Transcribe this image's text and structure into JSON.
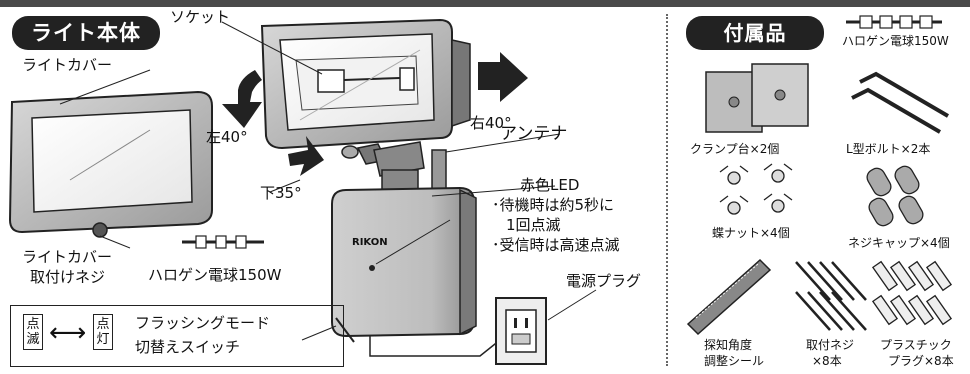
{
  "left_panel": {
    "title": "ライト本体",
    "labels": {
      "socket": "ソケット",
      "light_cover": "ライトカバー",
      "left_angle": "左40°",
      "right_angle": "右40°",
      "down_angle": "下35°",
      "antenna": "アンテナ",
      "red_led_title": "赤色LED",
      "red_led_line1": "･待機時は約5秒に",
      "red_led_line2": "1回点滅",
      "red_led_line3": "･受信時は高速点滅",
      "cover_screw_line1": "ライトカバー",
      "cover_screw_line2": "取付けネジ",
      "halogen_bulb": "ハロゲン電球150W",
      "power_plug": "電源プラグ",
      "brand": "RIKON"
    },
    "switch_box": {
      "dim_label": "点滅",
      "lit_label": "点灯",
      "arrow": "⟷",
      "line1": "フラッシングモード",
      "line2": "切替えスイッチ"
    }
  },
  "right_panel": {
    "title": "付属品",
    "items": {
      "halogen_bulb": "ハロゲン電球150W",
      "clamp_base": "クランプ台×2個",
      "l_bolt": "L型ボルト×2本",
      "wing_nut": "蝶ナット×4個",
      "screw_cap": "ネジキャップ×4個",
      "angle_seal_line1": "探知角度",
      "angle_seal_line2": "調整シール",
      "mount_screw_line1": "取付ネジ",
      "mount_screw_line2": "×8本",
      "plastic_plug_line1": "プラスチック",
      "plastic_plug_line2": "プラグ×8本"
    }
  }
}
